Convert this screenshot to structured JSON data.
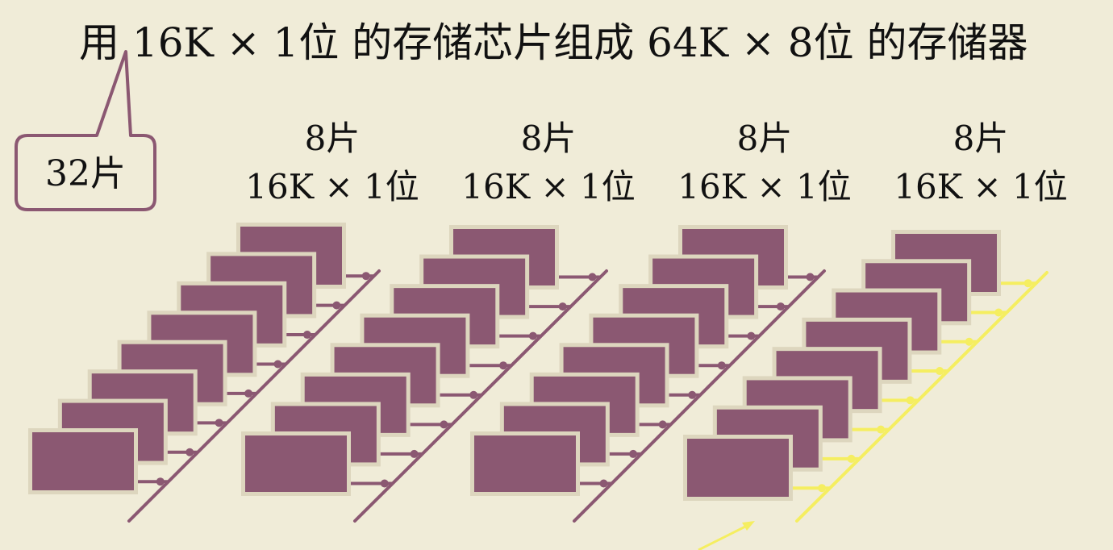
{
  "title": "用 16K × 1位 的存储芯片组成 64K × 8位 的存储器",
  "callout": "32片",
  "groups": [
    {
      "count": "8片",
      "spec": "16K × 1位"
    },
    {
      "count": "8片",
      "spec": "16K × 1位"
    },
    {
      "count": "8片",
      "spec": "16K × 1位"
    },
    {
      "count": "8片",
      "spec": "16K × 1位"
    }
  ],
  "colors": {
    "background": "#F0ECD8",
    "chip": "#8B5872",
    "chip_border": "#DDD6BE",
    "bus": "#8B5872",
    "highlight_bus": "#F5EE60"
  },
  "highlighted_group": 4
}
